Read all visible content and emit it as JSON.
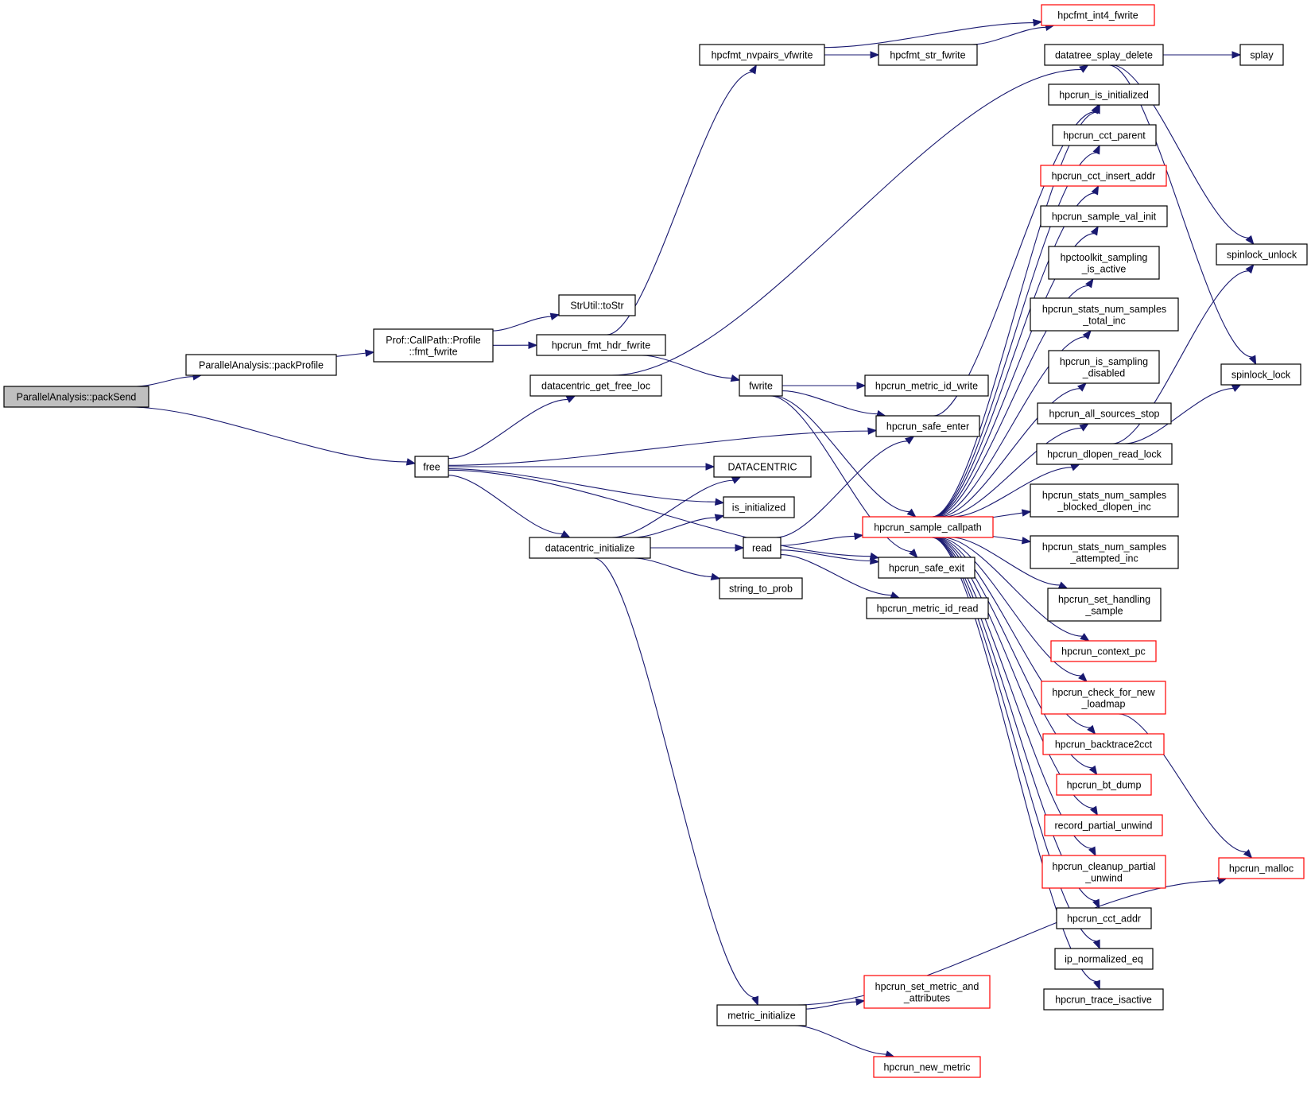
{
  "diagram": {
    "title": "Call graph of ParallelAnalysis::packSend",
    "colors": {
      "edge": "#191970",
      "root_fill": "#bfbfbf",
      "node_border": "#000000",
      "truncated_border": "#ff0000"
    },
    "nodes": [
      {
        "id": "packSend",
        "lines": [
          "ParallelAnalysis::packSend"
        ],
        "style": "root"
      },
      {
        "id": "packProfile",
        "lines": [
          "ParallelAnalysis::packProfile"
        ],
        "style": "normal"
      },
      {
        "id": "fmt_fwrite",
        "lines": [
          "Prof::CallPath::Profile",
          "::fmt_fwrite"
        ],
        "style": "normal"
      },
      {
        "id": "toStr",
        "lines": [
          "StrUtil::toStr"
        ],
        "style": "normal"
      },
      {
        "id": "hdr_fwrite",
        "lines": [
          "hpcrun_fmt_hdr_fwrite"
        ],
        "style": "normal"
      },
      {
        "id": "nvpairs",
        "lines": [
          "hpcfmt_nvpairs_vfwrite"
        ],
        "style": "normal"
      },
      {
        "id": "str_fwrite",
        "lines": [
          "hpcfmt_str_fwrite"
        ],
        "style": "normal"
      },
      {
        "id": "int4_fwrite",
        "lines": [
          "hpcfmt_int4_fwrite"
        ],
        "style": "red"
      },
      {
        "id": "free",
        "lines": [
          "free"
        ],
        "style": "normal"
      },
      {
        "id": "get_free_loc",
        "lines": [
          "datacentric_get_free_loc"
        ],
        "style": "normal"
      },
      {
        "id": "fwrite",
        "lines": [
          "fwrite"
        ],
        "style": "normal"
      },
      {
        "id": "DATACENTRIC",
        "lines": [
          "DATACENTRIC"
        ],
        "style": "normal"
      },
      {
        "id": "is_initialized",
        "lines": [
          "is_initialized"
        ],
        "style": "normal"
      },
      {
        "id": "dc_init",
        "lines": [
          "datacentric_initialize"
        ],
        "style": "normal"
      },
      {
        "id": "read",
        "lines": [
          "read"
        ],
        "style": "normal"
      },
      {
        "id": "string_to_prob",
        "lines": [
          "string_to_prob"
        ],
        "style": "normal"
      },
      {
        "id": "metric_init",
        "lines": [
          "metric_initialize"
        ],
        "style": "normal"
      },
      {
        "id": "metric_id_write",
        "lines": [
          "hpcrun_metric_id_write"
        ],
        "style": "normal"
      },
      {
        "id": "safe_enter",
        "lines": [
          "hpcrun_safe_enter"
        ],
        "style": "normal"
      },
      {
        "id": "sample_callpath",
        "lines": [
          "hpcrun_sample_callpath"
        ],
        "style": "red"
      },
      {
        "id": "safe_exit",
        "lines": [
          "hpcrun_safe_exit"
        ],
        "style": "normal"
      },
      {
        "id": "metric_id_read",
        "lines": [
          "hpcrun_metric_id_read"
        ],
        "style": "normal"
      },
      {
        "id": "set_metric_attr",
        "lines": [
          "hpcrun_set_metric_and",
          "_attributes"
        ],
        "style": "red"
      },
      {
        "id": "new_metric",
        "lines": [
          "hpcrun_new_metric"
        ],
        "style": "red"
      },
      {
        "id": "splay_delete",
        "lines": [
          "datatree_splay_delete"
        ],
        "style": "normal"
      },
      {
        "id": "splay",
        "lines": [
          "splay"
        ],
        "style": "normal"
      },
      {
        "id": "is_init2",
        "lines": [
          "hpcrun_is_initialized"
        ],
        "style": "normal"
      },
      {
        "id": "cct_parent",
        "lines": [
          "hpcrun_cct_parent"
        ],
        "style": "normal"
      },
      {
        "id": "cct_insert",
        "lines": [
          "hpcrun_cct_insert_addr"
        ],
        "style": "red"
      },
      {
        "id": "sample_val_init",
        "lines": [
          "hpcrun_sample_val_init"
        ],
        "style": "normal"
      },
      {
        "id": "sampling_active",
        "lines": [
          "hpctoolkit_sampling",
          "_is_active"
        ],
        "style": "normal"
      },
      {
        "id": "total_inc",
        "lines": [
          "hpcrun_stats_num_samples",
          "_total_inc"
        ],
        "style": "normal"
      },
      {
        "id": "sampling_disabled",
        "lines": [
          "hpcrun_is_sampling",
          "_disabled"
        ],
        "style": "normal"
      },
      {
        "id": "all_sources_stop",
        "lines": [
          "hpcrun_all_sources_stop"
        ],
        "style": "normal"
      },
      {
        "id": "dlopen_read_lock",
        "lines": [
          "hpcrun_dlopen_read_lock"
        ],
        "style": "normal"
      },
      {
        "id": "blocked_inc",
        "lines": [
          "hpcrun_stats_num_samples",
          "_blocked_dlopen_inc"
        ],
        "style": "normal"
      },
      {
        "id": "attempted_inc",
        "lines": [
          "hpcrun_stats_num_samples",
          "_attempted_inc"
        ],
        "style": "normal"
      },
      {
        "id": "handling_sample",
        "lines": [
          "hpcrun_set_handling",
          "_sample"
        ],
        "style": "normal"
      },
      {
        "id": "context_pc",
        "lines": [
          "hpcrun_context_pc"
        ],
        "style": "red"
      },
      {
        "id": "check_loadmap",
        "lines": [
          "hpcrun_check_for_new",
          "_loadmap"
        ],
        "style": "red"
      },
      {
        "id": "backtrace2cct",
        "lines": [
          "hpcrun_backtrace2cct"
        ],
        "style": "red"
      },
      {
        "id": "bt_dump",
        "lines": [
          "hpcrun_bt_dump"
        ],
        "style": "red"
      },
      {
        "id": "record_partial",
        "lines": [
          "record_partial_unwind"
        ],
        "style": "red"
      },
      {
        "id": "cleanup_partial",
        "lines": [
          "hpcrun_cleanup_partial",
          "_unwind"
        ],
        "style": "red"
      },
      {
        "id": "cct_addr",
        "lines": [
          "hpcrun_cct_addr"
        ],
        "style": "normal"
      },
      {
        "id": "ip_norm_eq",
        "lines": [
          "ip_normalized_eq"
        ],
        "style": "normal"
      },
      {
        "id": "trace_isactive",
        "lines": [
          "hpcrun_trace_isactive"
        ],
        "style": "normal"
      },
      {
        "id": "spinlock_unlock",
        "lines": [
          "spinlock_unlock"
        ],
        "style": "normal"
      },
      {
        "id": "spinlock_lock",
        "lines": [
          "spinlock_lock"
        ],
        "style": "normal"
      },
      {
        "id": "malloc",
        "lines": [
          "hpcrun_malloc"
        ],
        "style": "red"
      }
    ],
    "edges": [
      [
        "packSend",
        "packProfile"
      ],
      [
        "packSend",
        "free"
      ],
      [
        "packProfile",
        "fmt_fwrite"
      ],
      [
        "fmt_fwrite",
        "toStr"
      ],
      [
        "fmt_fwrite",
        "hdr_fwrite"
      ],
      [
        "hdr_fwrite",
        "nvpairs"
      ],
      [
        "hdr_fwrite",
        "fwrite"
      ],
      [
        "nvpairs",
        "int4_fwrite"
      ],
      [
        "nvpairs",
        "str_fwrite"
      ],
      [
        "str_fwrite",
        "int4_fwrite"
      ],
      [
        "free",
        "get_free_loc"
      ],
      [
        "free",
        "safe_enter"
      ],
      [
        "free",
        "DATACENTRIC"
      ],
      [
        "free",
        "is_initialized"
      ],
      [
        "free",
        "dc_init"
      ],
      [
        "free",
        "safe_exit"
      ],
      [
        "get_free_loc",
        "splay_delete"
      ],
      [
        "fwrite",
        "metric_id_write"
      ],
      [
        "fwrite",
        "safe_enter"
      ],
      [
        "fwrite",
        "sample_callpath"
      ],
      [
        "fwrite",
        "safe_exit"
      ],
      [
        "dc_init",
        "DATACENTRIC"
      ],
      [
        "dc_init",
        "is_initialized"
      ],
      [
        "dc_init",
        "read"
      ],
      [
        "dc_init",
        "string_to_prob"
      ],
      [
        "dc_init",
        "metric_init"
      ],
      [
        "read",
        "safe_enter"
      ],
      [
        "read",
        "sample_callpath"
      ],
      [
        "read",
        "safe_exit"
      ],
      [
        "read",
        "metric_id_read"
      ],
      [
        "safe_enter",
        "is_init2"
      ],
      [
        "metric_init",
        "set_metric_attr"
      ],
      [
        "metric_init",
        "new_metric"
      ],
      [
        "metric_init",
        "malloc"
      ],
      [
        "splay_delete",
        "splay"
      ],
      [
        "splay_delete",
        "spinlock_unlock"
      ],
      [
        "splay_delete",
        "spinlock_lock"
      ],
      [
        "sample_callpath",
        "is_init2"
      ],
      [
        "sample_callpath",
        "cct_parent"
      ],
      [
        "sample_callpath",
        "cct_insert"
      ],
      [
        "sample_callpath",
        "sample_val_init"
      ],
      [
        "sample_callpath",
        "sampling_active"
      ],
      [
        "sample_callpath",
        "total_inc"
      ],
      [
        "sample_callpath",
        "sampling_disabled"
      ],
      [
        "sample_callpath",
        "all_sources_stop"
      ],
      [
        "sample_callpath",
        "dlopen_read_lock"
      ],
      [
        "sample_callpath",
        "blocked_inc"
      ],
      [
        "sample_callpath",
        "attempted_inc"
      ],
      [
        "sample_callpath",
        "handling_sample"
      ],
      [
        "sample_callpath",
        "context_pc"
      ],
      [
        "sample_callpath",
        "check_loadmap"
      ],
      [
        "sample_callpath",
        "backtrace2cct"
      ],
      [
        "sample_callpath",
        "bt_dump"
      ],
      [
        "sample_callpath",
        "record_partial"
      ],
      [
        "sample_callpath",
        "cleanup_partial"
      ],
      [
        "sample_callpath",
        "cct_addr"
      ],
      [
        "sample_callpath",
        "ip_norm_eq"
      ],
      [
        "sample_callpath",
        "trace_isactive"
      ],
      [
        "dlopen_read_lock",
        "spinlock_unlock"
      ],
      [
        "dlopen_read_lock",
        "spinlock_lock"
      ],
      [
        "check_loadmap",
        "malloc"
      ]
    ]
  }
}
